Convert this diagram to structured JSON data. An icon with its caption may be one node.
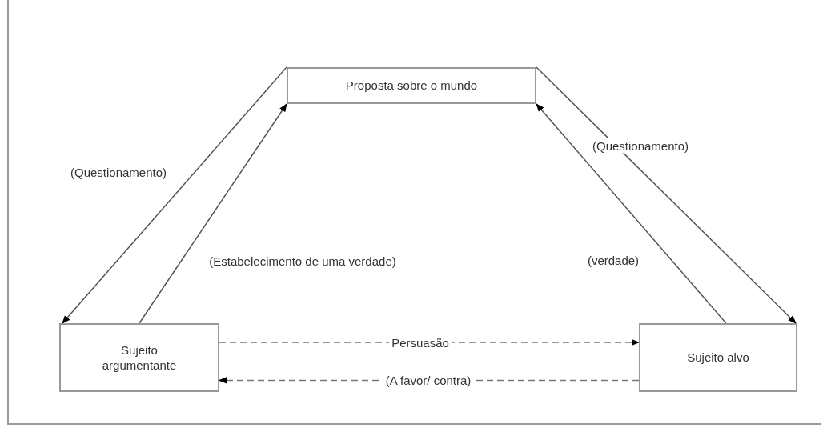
{
  "diagram": {
    "nodes": [
      {
        "text": [
          "Proposta sobre o mundo"
        ]
      },
      {
        "text": [
          "Sujeito argumentante"
        ]
      },
      {
        "text": [
          "Sujeito alvo"
        ]
      }
    ],
    "edges": [
      {
        "from": 0,
        "to": 1,
        "arrow": "to",
        "label": "(Questionamento)"
      },
      {
        "from": 1,
        "to": 0,
        "arrow": "to",
        "label": "(Estabelecimento de uma verdade)"
      },
      {
        "from": 0,
        "to": 2,
        "arrow": "to",
        "label": "(Questionamento)"
      },
      {
        "from": 2,
        "to": 0,
        "arrow": "to",
        "label": "(verdade)"
      },
      {
        "from": 1,
        "to": 2,
        "arrow": "to",
        "label": "Persuasão",
        "style": "dashed"
      },
      {
        "from": 2,
        "to": 1,
        "arrow": "to",
        "label": "(A favor/ contra)",
        "style": "dashed"
      }
    ]
  }
}
